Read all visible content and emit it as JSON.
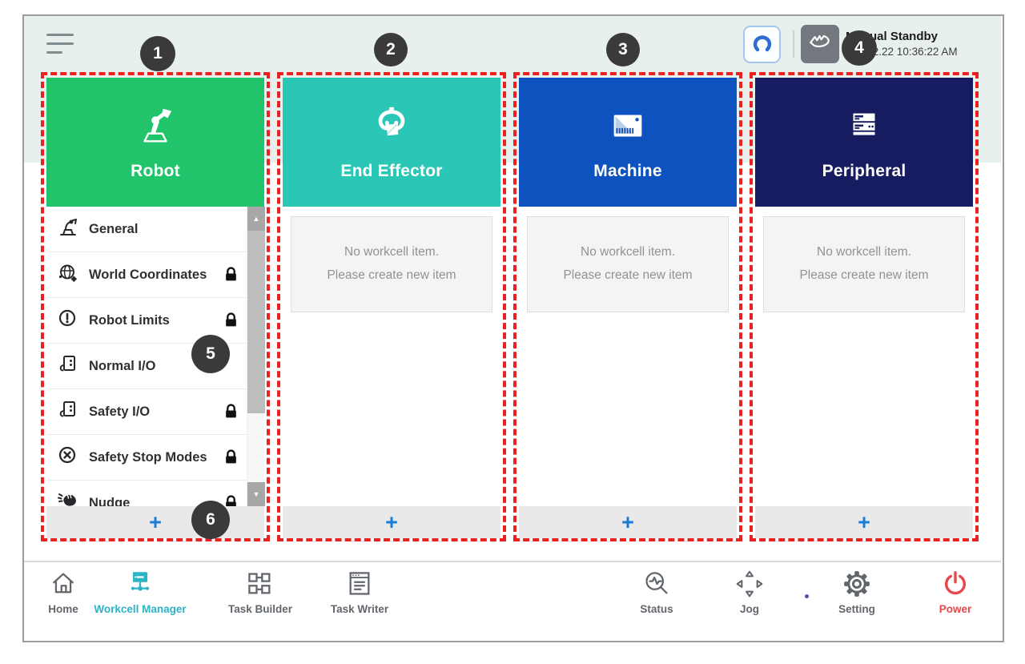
{
  "topbar": {
    "status_title": "Manual Standby",
    "status_datetime": "2022.2.22 10:36:22 AM"
  },
  "icons": {
    "scroll_up": "▲",
    "scroll_down": "▼"
  },
  "accents": {
    "annotation_red": "#EB2121",
    "marker_bg": "#3A3A3A",
    "active_nav": "#2CB4C6",
    "power_red": "#E8474B",
    "plus_blue": "#1B7CD4"
  },
  "markers": [
    {
      "label": "1"
    },
    {
      "label": "2"
    },
    {
      "label": "3"
    },
    {
      "label": "4"
    },
    {
      "label": "5"
    },
    {
      "label": "6"
    }
  ],
  "columns": [
    {
      "title": "Robot",
      "color": "#21C36B",
      "add_label": "+",
      "items": [
        {
          "label": "General",
          "locked": false
        },
        {
          "label": "World Coordinates",
          "locked": true
        },
        {
          "label": "Robot Limits",
          "locked": true
        },
        {
          "label": "Normal I/O",
          "locked": false
        },
        {
          "label": "Safety I/O",
          "locked": true
        },
        {
          "label": "Safety Stop Modes",
          "locked": true
        },
        {
          "label": "Nudge",
          "locked": true
        }
      ]
    },
    {
      "title": "End Effector",
      "color": "#2AC7B7",
      "add_label": "+",
      "empty": {
        "line1": "No workcell item.",
        "line2": "Please create new item"
      }
    },
    {
      "title": "Machine",
      "color": "#0D52BF",
      "add_label": "+",
      "empty": {
        "line1": "No workcell item.",
        "line2": "Please create new item"
      }
    },
    {
      "title": "Peripheral",
      "color": "#171B60",
      "add_label": "+",
      "empty": {
        "line1": "No workcell item.",
        "line2": "Please create new item"
      }
    }
  ],
  "bottom_nav": {
    "items": [
      {
        "label": "Home"
      },
      {
        "label": "Workcell Manager",
        "active": true
      },
      {
        "label": "Task Builder"
      },
      {
        "label": "Task Writer"
      },
      {
        "label": "Status"
      },
      {
        "label": "Jog"
      },
      {
        "label": "Setting"
      },
      {
        "label": "Power",
        "power": true
      }
    ]
  }
}
